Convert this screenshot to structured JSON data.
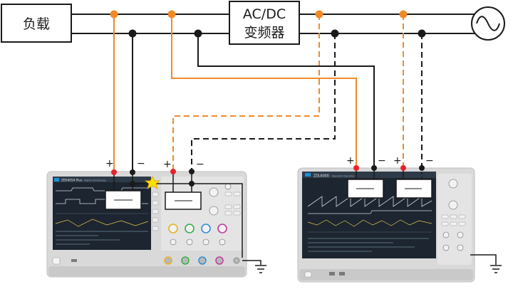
{
  "load_label": "负载",
  "converter": {
    "line1": "AC/DC",
    "line2": "变频器"
  },
  "osc_left": {
    "model": "ZDS4054 Plus",
    "subtitle": "Digital Oscilloscope"
  },
  "osc_right": {
    "model": "ZDL6000",
    "subtitle": "Waveform Recorder"
  },
  "polarity": {
    "plus": "+",
    "minus": "−"
  },
  "ac_source_icon": "sine-wave-icon",
  "ground_icon": "ground-icon",
  "spark_icon": "star-icon",
  "colors": {
    "orange": "#f08a28",
    "black": "#1a1a1a",
    "red_probe": "#e8222a",
    "device_gray": "#d9d9d9",
    "screen": "#1c2530",
    "waveform": "#cfd8e0"
  }
}
